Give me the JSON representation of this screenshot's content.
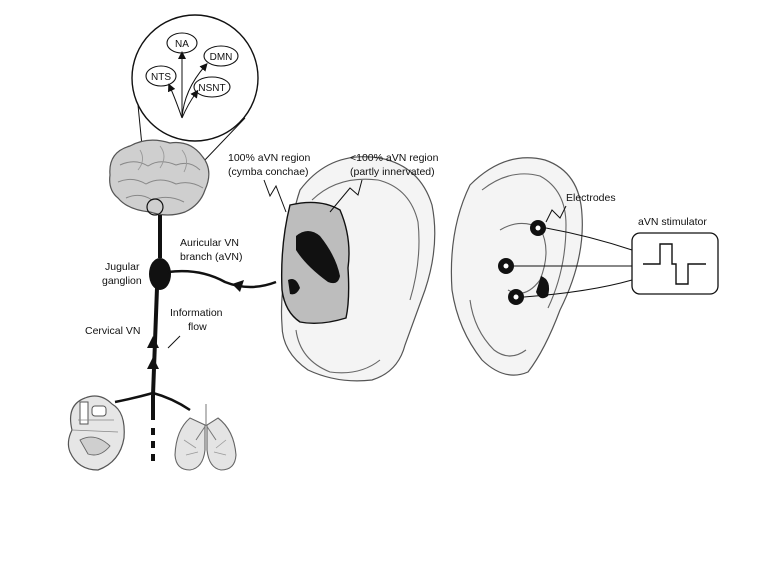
{
  "brain_nuclei": {
    "na": "NA",
    "dmn": "DMN",
    "nts": "NTS",
    "nsnt": "NSNT"
  },
  "labels": {
    "jugular_ganglion_line1": "Jugular",
    "jugular_ganglion_line2": "ganglion",
    "auricular_branch_line1": "Auricular VN",
    "auricular_branch_line2": "branch (aVN)",
    "information_flow_line1": "Information",
    "information_flow_line2": "flow",
    "cervical_vn": "Cervical VN",
    "region_100_line1": "100% aVN region",
    "region_100_line2": "(cymba conchae)",
    "region_partial_line1": "<100% aVN region",
    "region_partial_line2": "(partly innervated)",
    "electrodes": "Electrodes",
    "stimulator": "aVN stimulator"
  },
  "icons": [
    "brain-icon",
    "heart-icon",
    "lungs-icon",
    "ear-icon",
    "electrode-icon",
    "pulse-waveform-icon"
  ],
  "colors": {
    "ink": "#111111",
    "ear_fill": "#f4f4f4",
    "innervated_shade": "#bdbdbd",
    "brain_fill": "#cfcfcf"
  }
}
